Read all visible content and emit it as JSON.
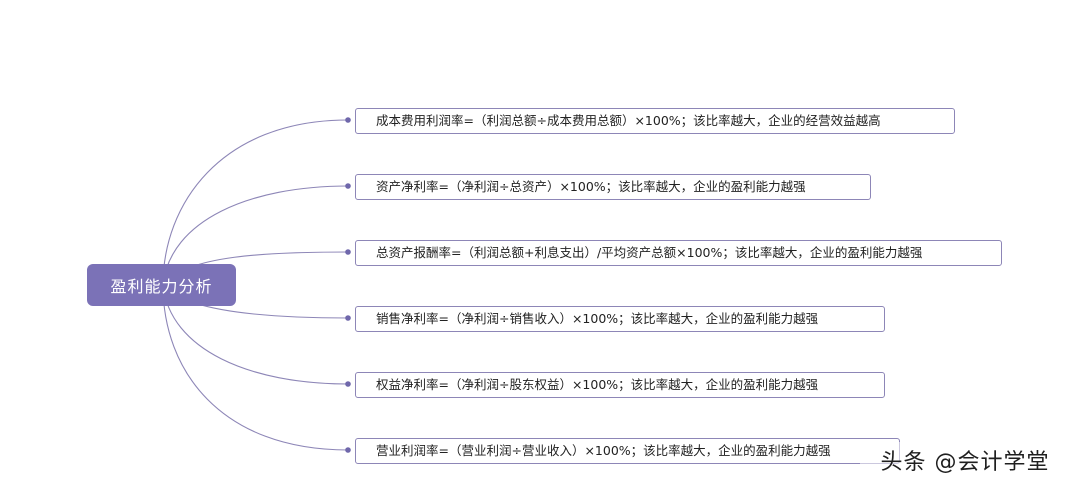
{
  "root": {
    "label": "盈利能力分析"
  },
  "branches": [
    {
      "label": "成本费用利润率=（利润总额÷成本费用总额）×100%；该比率越大，企业的经营效益越高"
    },
    {
      "label": "资产净利率=（净利润÷总资产）×100%；该比率越大，企业的盈利能力越强"
    },
    {
      "label": "总资产报酬率=（利润总额+利息支出）/平均资产总额×100%；该比率越大，企业的盈利能力越强"
    },
    {
      "label": "销售净利率=（净利润÷销售收入）×100%；该比率越大，企业的盈利能力越强"
    },
    {
      "label": "权益净利率=（净利润÷股东权益）×100%；该比率越大，企业的盈利能力越强"
    },
    {
      "label": "营业利润率=（营业利润÷营业收入）×100%；该比率越大，企业的盈利能力越强"
    }
  ],
  "watermark": {
    "text": "头条 @会计学堂"
  },
  "colors": {
    "root_bg": "#7b72b7",
    "connector": "#8d86b7",
    "branch_border": "#8d86b7"
  }
}
